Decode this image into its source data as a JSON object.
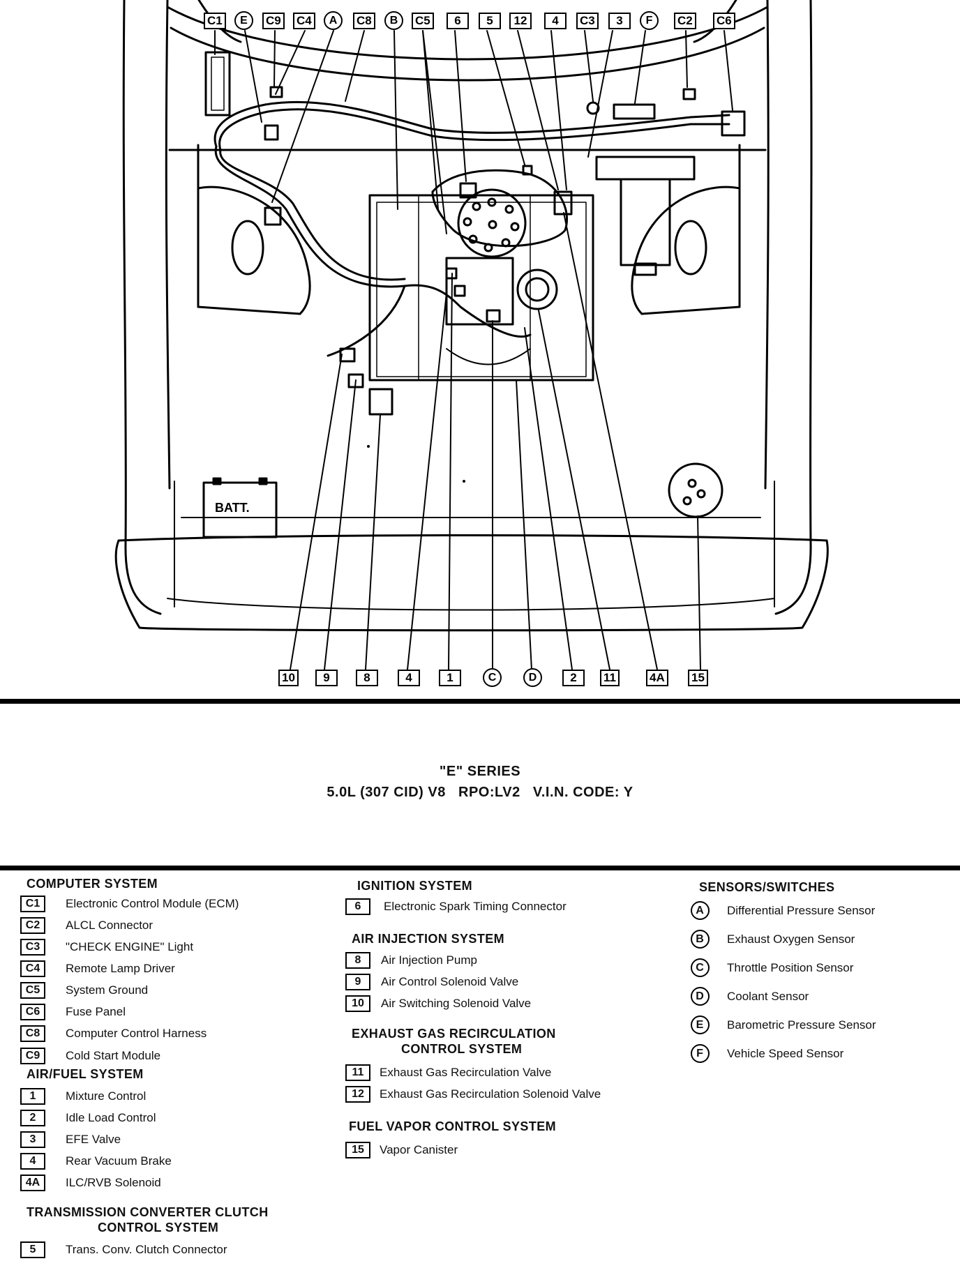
{
  "top_callouts": [
    "C1",
    "E",
    "C9",
    "C4",
    "A",
    "C8",
    "B",
    "C5",
    "6",
    "5",
    "12",
    "4",
    "C3",
    "3",
    "F",
    "C2",
    "C6"
  ],
  "bottom_callouts": [
    "10",
    "9",
    "8",
    "4",
    "1",
    "C",
    "D",
    "2",
    "11",
    "4A",
    "15"
  ],
  "batt_label": "BATT.",
  "title": {
    "line1": "\"E\" SERIES",
    "line2": "5.0L (307 CID) V8   RPO:LV2   V.I.N. CODE: Y"
  },
  "legend": {
    "computer": {
      "heading": "COMPUTER SYSTEM",
      "items": [
        {
          "key": "C1",
          "text": "Electronic Control Module (ECM)"
        },
        {
          "key": "C2",
          "text": "ALCL Connector"
        },
        {
          "key": "C3",
          "text": "\"CHECK ENGINE\" Light"
        },
        {
          "key": "C4",
          "text": "Remote Lamp Driver"
        },
        {
          "key": "C5",
          "text": "System Ground"
        },
        {
          "key": "C6",
          "text": "Fuse Panel"
        },
        {
          "key": "C8",
          "text": "Computer Control Harness"
        },
        {
          "key": "C9",
          "text": "Cold Start Module"
        }
      ]
    },
    "airfuel": {
      "heading": "AIR/FUEL SYSTEM",
      "items": [
        {
          "key": "1",
          "text": "Mixture Control"
        },
        {
          "key": "2",
          "text": "Idle Load Control"
        },
        {
          "key": "3",
          "text": "EFE Valve"
        },
        {
          "key": "4",
          "text": "Rear Vacuum Brake"
        },
        {
          "key": "4A",
          "text": "ILC/RVB Solenoid"
        }
      ]
    },
    "tcc": {
      "heading1": "TRANSMISSION CONVERTER CLUTCH",
      "heading2": "CONTROL SYSTEM",
      "items": [
        {
          "key": "5",
          "text": "Trans. Conv. Clutch Connector"
        }
      ]
    },
    "ignition": {
      "heading": "IGNITION SYSTEM",
      "items": [
        {
          "key": "6",
          "text": "Electronic Spark Timing Connector"
        }
      ]
    },
    "air_injection": {
      "heading": "AIR INJECTION SYSTEM",
      "items": [
        {
          "key": "8",
          "text": "Air Injection Pump"
        },
        {
          "key": "9",
          "text": "Air Control Solenoid Valve"
        },
        {
          "key": "10",
          "text": "Air Switching Solenoid Valve"
        }
      ]
    },
    "egr": {
      "heading1": "EXHAUST GAS RECIRCULATION",
      "heading2": "CONTROL SYSTEM",
      "items": [
        {
          "key": "11",
          "text": "Exhaust Gas Recirculation Valve"
        },
        {
          "key": "12",
          "text": "Exhaust Gas Recirculation Solenoid Valve"
        }
      ]
    },
    "fuel_vapor": {
      "heading": "FUEL VAPOR CONTROL SYSTEM",
      "items": [
        {
          "key": "15",
          "text": "Vapor Canister"
        }
      ]
    },
    "sensors": {
      "heading": "SENSORS/SWITCHES",
      "items": [
        {
          "key": "A",
          "text": "Differential Pressure Sensor"
        },
        {
          "key": "B",
          "text": "Exhaust Oxygen Sensor"
        },
        {
          "key": "C",
          "text": "Throttle Position Sensor"
        },
        {
          "key": "D",
          "text": "Coolant Sensor"
        },
        {
          "key": "E",
          "text": "Barometric Pressure Sensor"
        },
        {
          "key": "F",
          "text": "Vehicle Speed Sensor"
        }
      ]
    }
  }
}
